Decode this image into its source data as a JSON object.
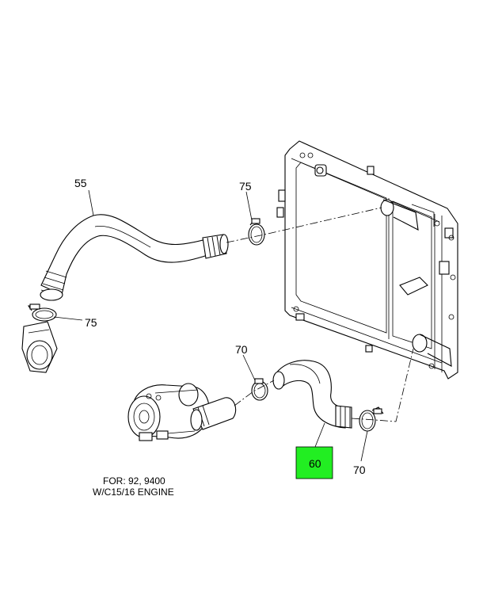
{
  "callouts": {
    "c55": "55",
    "c75_top": "75",
    "c75_left": "75",
    "c70_mid": "70",
    "c70_right": "70",
    "c60": "60"
  },
  "highlight_color": "#22ee22",
  "note": {
    "line1": "FOR: 92, 9400",
    "line2": "W/C15/16 ENGINE"
  }
}
